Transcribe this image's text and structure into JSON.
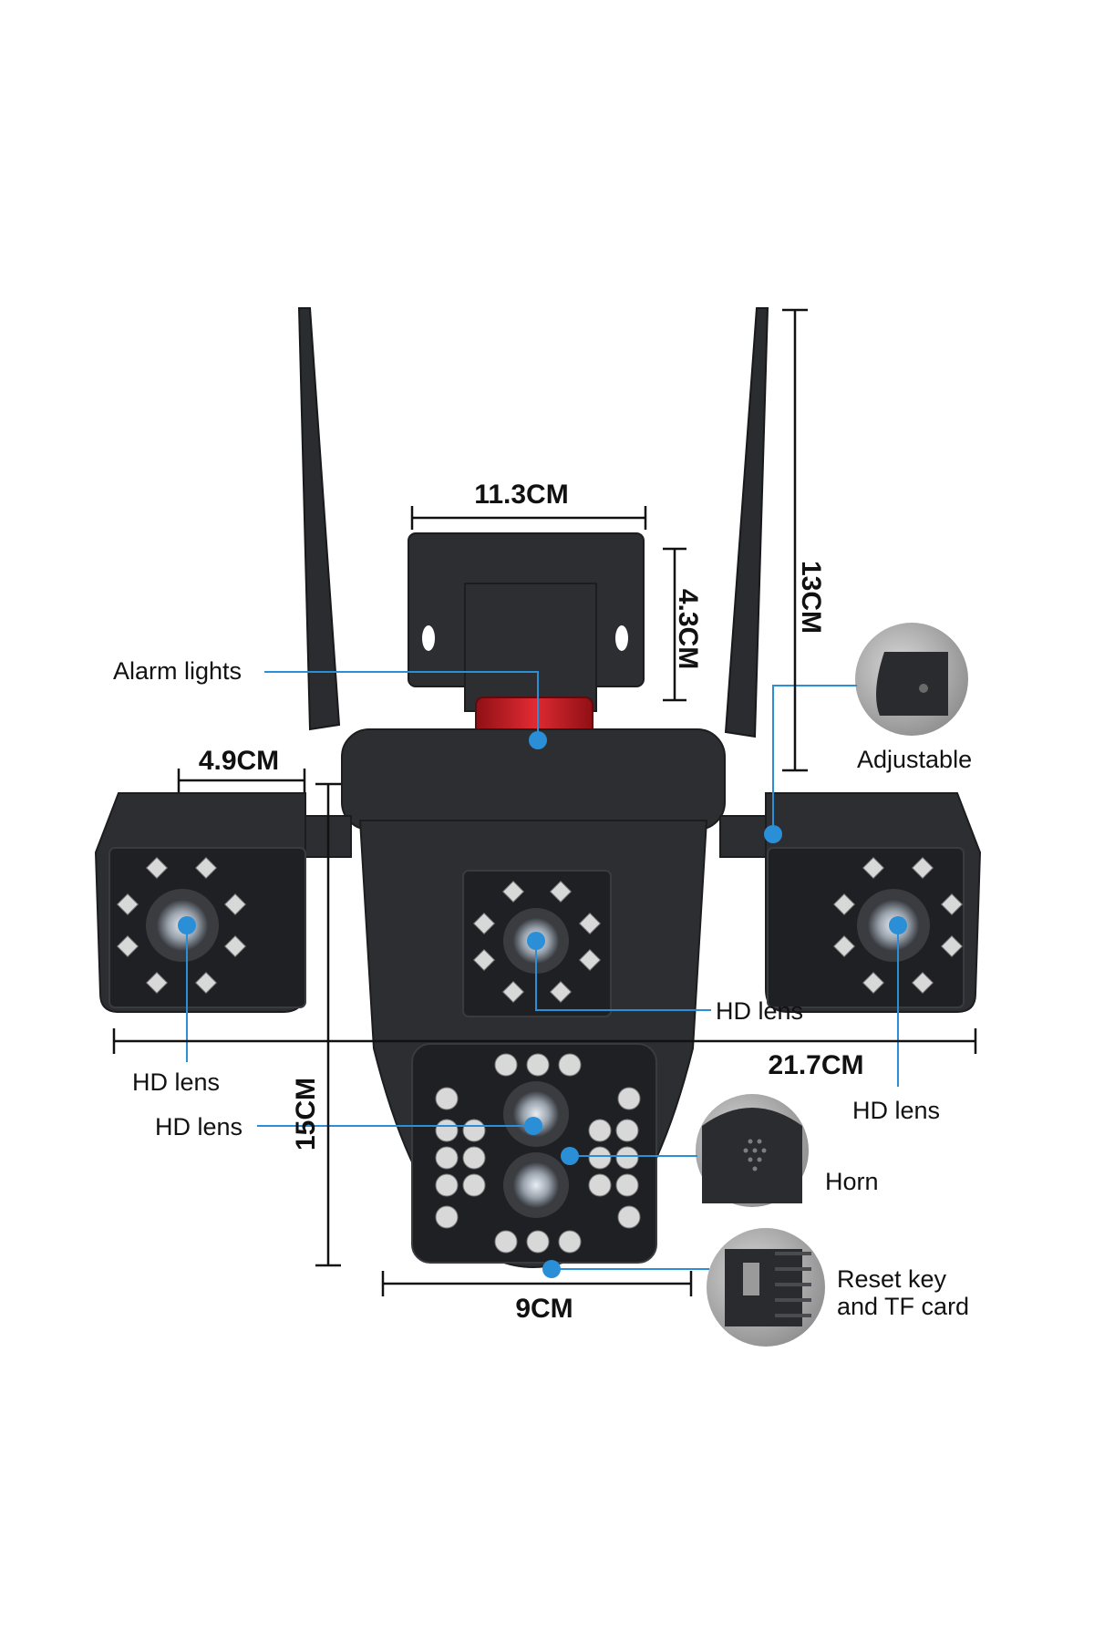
{
  "labels": {
    "alarm_lights": "Alarm lights",
    "adjustable": "Adjustable",
    "hd_lens_center": "HD lens",
    "hd_lens_left": "HD lens",
    "hd_lens_right": "HD lens",
    "hd_lens_bottom": "HD lens",
    "horn": "Horn",
    "reset_key_line1": "Reset key",
    "reset_key_line2": "and TF card"
  },
  "dimensions": {
    "top_width": "11.3CM",
    "mount_height": "4.3CM",
    "antenna_height": "13CM",
    "side_cam_width": "4.9CM",
    "total_width": "21.7CM",
    "body_height": "15CM",
    "bottom_width": "9CM"
  },
  "colors": {
    "callout": "#2a8fd6",
    "body": "#2d2e31",
    "alarm": "#d3212a"
  }
}
